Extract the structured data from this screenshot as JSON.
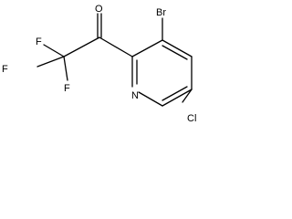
{
  "molecule": {
    "atoms": [
      {
        "id": "O1",
        "symbol": "O"
      },
      {
        "id": "Br1",
        "symbol": "Br"
      },
      {
        "id": "F1",
        "symbol": "F"
      },
      {
        "id": "F2",
        "symbol": "F"
      },
      {
        "id": "F3",
        "symbol": "F"
      },
      {
        "id": "N1",
        "symbol": "N"
      },
      {
        "id": "Cl1",
        "symbol": "Cl"
      }
    ]
  }
}
